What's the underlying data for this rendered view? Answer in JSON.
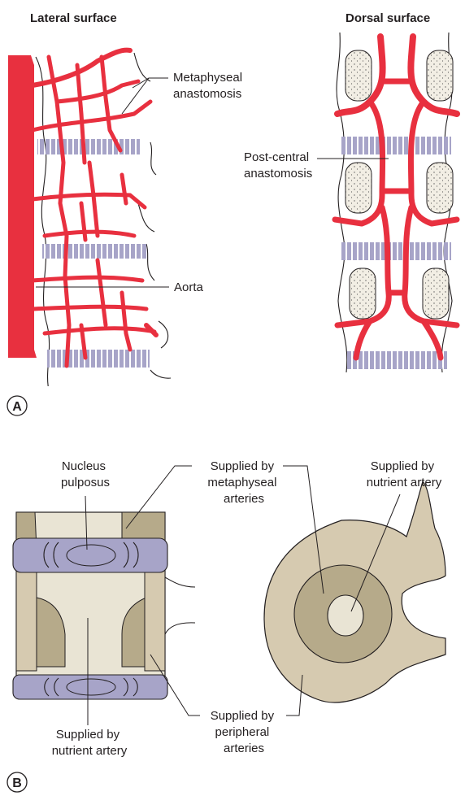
{
  "panel_a": {
    "tag": "A",
    "lateral_title": "Lateral surface",
    "dorsal_title": "Dorsal surface",
    "metaphyseal_label": [
      "Metaphyseal",
      "anastomosis"
    ],
    "postcentral_label": [
      "Post-central",
      "anastomosis"
    ],
    "aorta_label": "Aorta"
  },
  "panel_b": {
    "tag": "B",
    "nucleus_label": [
      "Nucleus",
      "pulposus"
    ],
    "metaphyseal_supply_label": [
      "Supplied by",
      "metaphyseal",
      "arteries"
    ],
    "nutrient_supply_label_right": [
      "Supplied by",
      "nutrient artery"
    ],
    "nutrient_supply_label_left": [
      "Supplied by",
      "nutrient artery"
    ],
    "peripheral_supply_label": [
      "Supplied by",
      "peripheral",
      "arteries"
    ]
  },
  "colors": {
    "artery": "#e8303f",
    "disc": "#a7a4c8",
    "bone_outer": "#d6cab0",
    "bone_middle": "#b6aa8a",
    "bone_inner": "#e9e4d4"
  }
}
